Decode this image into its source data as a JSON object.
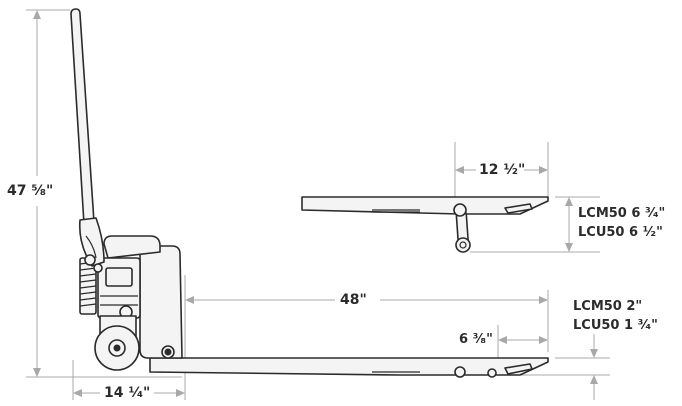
{
  "dimensions": {
    "height": "47 ⁵⁄₈\"",
    "wheel_offset": "14 ¹⁄₄\"",
    "fork_length": "48\"",
    "tip_length": "6 ³⁄₈\"",
    "load_wheel_spacing": "12 ¹⁄₂\""
  },
  "raised_height": {
    "lcm50": "LCM50  6 ³⁄₄\"",
    "lcu50": "LCU50 6 ¹⁄₂\""
  },
  "lowered_height": {
    "lcm50": "LCM50 2\"",
    "lcu50": "LCU50 1 ³⁄₄\""
  },
  "colors": {
    "line": "#2b2b2b",
    "dimension": "#a8a8a8",
    "fill": "#f4f4f4"
  }
}
